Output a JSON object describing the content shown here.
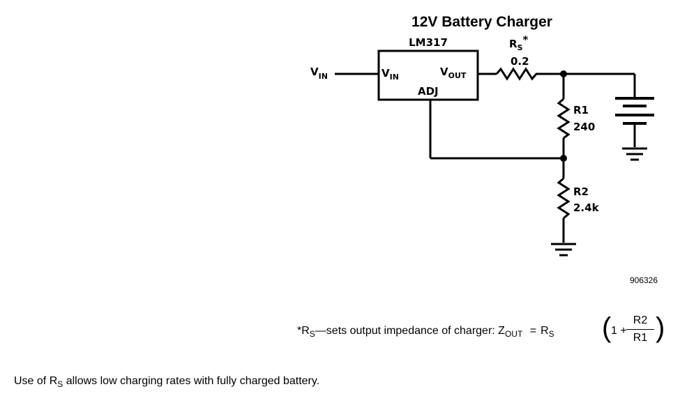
{
  "diagram": {
    "title": "12V Battery Charger",
    "regulator": {
      "part": "LM317",
      "pin_vin": "V",
      "pin_vin_sub": "IN",
      "pin_vout": "V",
      "pin_vout_sub": "OUT",
      "pin_adj": "ADJ"
    },
    "input": {
      "label": "V",
      "sub": "IN"
    },
    "rs": {
      "label": "R",
      "sub": "S",
      "mark": "*",
      "value": "0.2"
    },
    "r1": {
      "label": "R1",
      "value": "240"
    },
    "r2": {
      "label": "R2",
      "value": "2.4k"
    },
    "figure_number": "906326"
  },
  "note": {
    "prefix": "*R",
    "prefix_sub": "S",
    "text": "—sets output impedance of charger: Z",
    "z_sub": "OUT",
    "equals": "=",
    "rs": "R",
    "rs_sub": "S",
    "one_plus": "1 +",
    "frac_num": "R2",
    "frac_den": "R1",
    "open_paren": "(",
    "close_paren": ")"
  },
  "usage": {
    "before": "Use of R",
    "sub": "S",
    "after": " allows low charging rates with fully charged battery."
  }
}
